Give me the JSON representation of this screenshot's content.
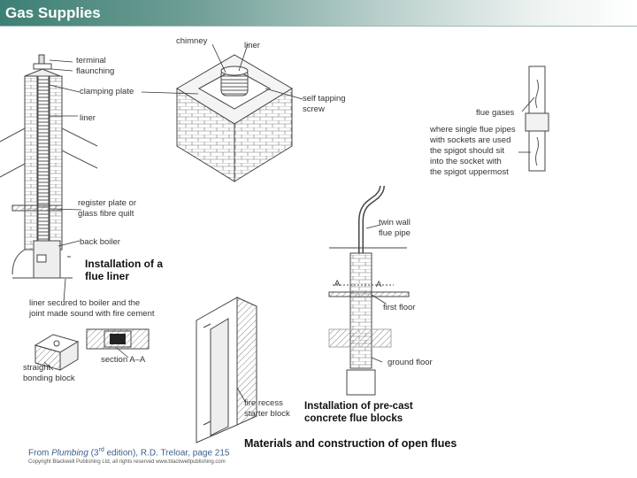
{
  "header": {
    "title": "Gas Supplies"
  },
  "labels": {
    "chimney": "chimney",
    "liner_top": "liner",
    "terminal": "terminal\nflaunching",
    "clamping_plate": "clamping plate",
    "self_tapping": "self tapping\nscrew",
    "flue_gases": "flue gases",
    "liner_left": "liner",
    "sockets": "where single flue pipes\nwith sockets are used\nthe spigot should sit\ninto the socket with\nthe spigot uppermost",
    "register": "register plate or\nglass fibre quilt",
    "twin_wall": "twin wall\nflue pipe",
    "back_boiler": "back boiler",
    "liner_secured": "liner secured to boiler and the\njoint made sound with fire cement",
    "section_a_a": "section A–A",
    "a_left": "A",
    "a_right": "A",
    "first_floor": "first floor",
    "ground_floor": "ground floor",
    "straight_block": "straight\nbonding block",
    "fire_recess": "fire recess\nstarter block"
  },
  "captions": {
    "installation_liner": "Installation of a\nflue liner",
    "installation_precast": "Installation of pre-cast\nconcrete flue blocks",
    "materials": "Materials and construction of open flues"
  },
  "footer": {
    "source_prefix": "From ",
    "source_book": "Plumbing",
    "source_edition_pre": " (3",
    "source_edition_sup": "rd",
    "source_rest": " edition), R.D. Treloar, page 215",
    "copyright": "Copyright Blackwell Publishing Ltd, all rights reserved  www.blackwellpublishing.com"
  },
  "colors": {
    "header_start": "#3d7f74",
    "line_art": "#444444"
  }
}
